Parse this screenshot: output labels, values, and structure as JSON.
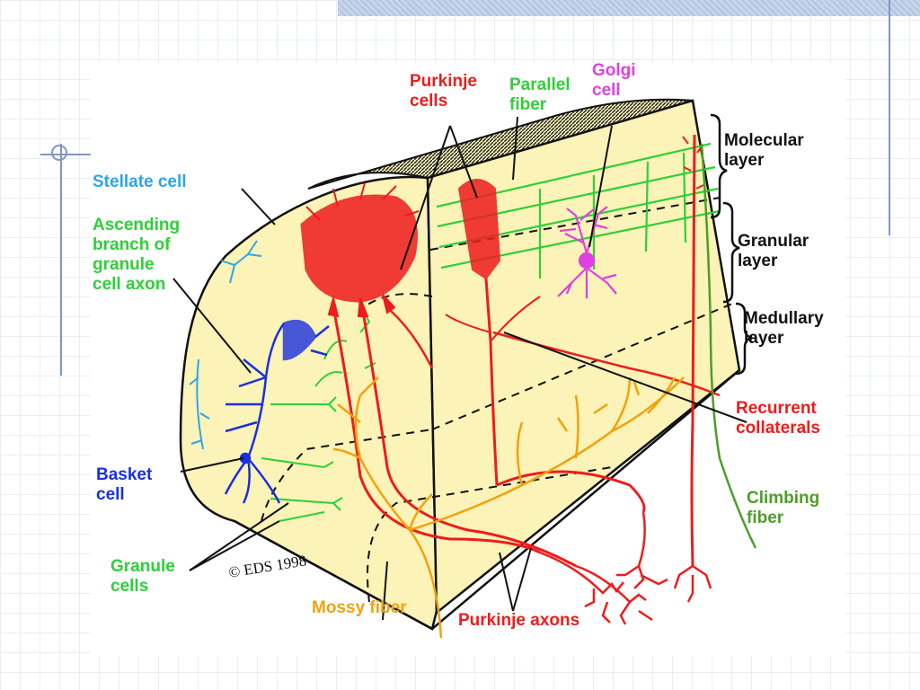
{
  "labels": {
    "purkinje_cells": "Purkinje\ncells",
    "parallel_fiber": "Parallel\nfiber",
    "golgi_cell": "Golgi\ncell",
    "molecular_layer": "Molecular\nlayer",
    "granular_layer": "Granular\nlayer",
    "medullary_layer": "Medullary\nlayer",
    "stellate_cell": "Stellate cell",
    "ascending_branch": "Ascending\nbranch of\ngranule\ncell axon",
    "recurrent_collaterals": "Recurrent\ncollaterals",
    "basket_cell": "Basket\ncell",
    "climbing_fiber": "Climbing\nfiber",
    "granule_cells": "Granule\ncells",
    "mossy_fiber": "Mossy fiber",
    "purkinje_axons": "Purkinje axons",
    "copyright": "© EDS 1998"
  },
  "colors": {
    "tissue": "#fbf3b7",
    "purkinje": "#ee1c1c",
    "granule": "#2fcf38",
    "golgi": "#e040e0",
    "basket": "#1a2fe0",
    "stellate": "#2aa7e8",
    "mossy": "#f2a20c",
    "climbing": "#4d9e2a",
    "outline": "#111111"
  }
}
